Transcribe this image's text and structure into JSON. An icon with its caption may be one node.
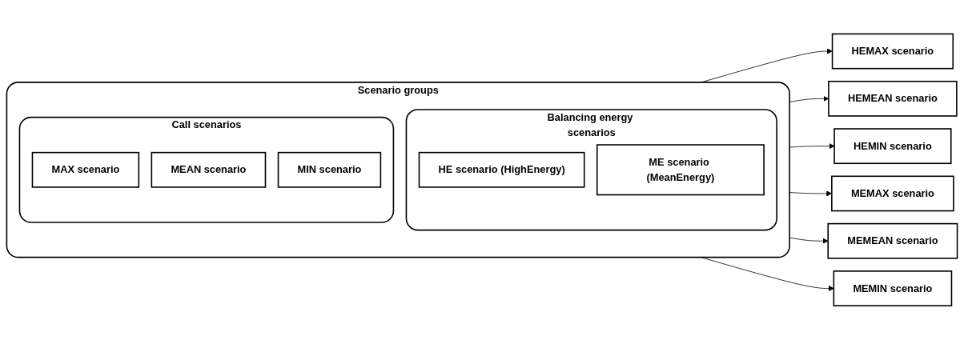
{
  "diagram": {
    "nodes": [
      {
        "text": [
          "Scenario groups"
        ]
      },
      {
        "text": [
          "Balancing energy scenarios"
        ],
        "in": 0
      },
      {
        "text": [
          "HE scenario (HighEnergy)"
        ],
        "in": 1
      },
      {
        "text": [
          "ME scenario (MeanEnergy)"
        ],
        "in": 1
      },
      {
        "text": [
          "Call scenarios"
        ],
        "in": 0
      },
      {
        "text": [
          "MAX scenario"
        ],
        "in": 4
      },
      {
        "text": [
          "MEAN scenario"
        ],
        "in": 4
      },
      {
        "text": [
          "MIN scenario"
        ],
        "in": 4
      },
      {
        "text": [
          "HEMAX scenario"
        ]
      },
      {
        "text": [
          "HEMEAN scenario"
        ]
      },
      {
        "text": [
          "HEMIN scenario"
        ]
      },
      {
        "text": [
          "MEMAX scenario"
        ]
      },
      {
        "text": [
          "MEMEAN scenario"
        ]
      },
      {
        "text": [
          "MEMIN scenario"
        ]
      }
    ],
    "edges": [
      {
        "from": 0,
        "to": 8,
        "arrow": "to"
      },
      {
        "from": 0,
        "to": 9,
        "arrow": "to"
      },
      {
        "from": 0,
        "to": 10,
        "arrow": "to"
      },
      {
        "from": 0,
        "to": 11,
        "arrow": "to"
      },
      {
        "from": 0,
        "to": 12,
        "arrow": "to"
      },
      {
        "from": 0,
        "to": 13,
        "arrow": "to"
      }
    ]
  }
}
